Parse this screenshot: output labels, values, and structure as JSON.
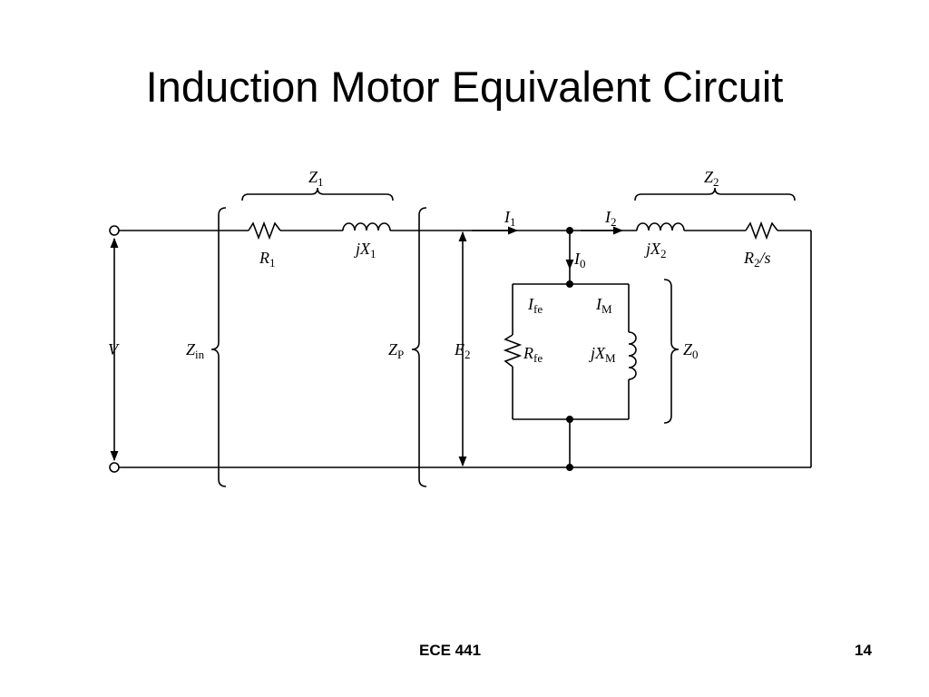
{
  "slide": {
    "title": "Induction Motor Equivalent Circuit",
    "footer_course": "ECE 441",
    "page_number": "14"
  },
  "diagram": {
    "labels": {
      "z1": {
        "main": "Z",
        "sub": "1"
      },
      "z2": {
        "main": "Z",
        "sub": "2"
      },
      "r1": {
        "main": "R",
        "sub": "1"
      },
      "jx1": {
        "main": "jX",
        "sub": "1"
      },
      "i1": {
        "main": "I",
        "sub": "1"
      },
      "i2": {
        "main": "I",
        "sub": "2"
      },
      "jx2": {
        "main": "jX",
        "sub": "2"
      },
      "r2s": {
        "main": "R",
        "sub": "2",
        "suffix": "/s"
      },
      "i0": {
        "main": "I",
        "sub": "0"
      },
      "ife": {
        "main": "I",
        "sub": "fe"
      },
      "im": {
        "main": "I",
        "sub": "M"
      },
      "v": {
        "main": "V"
      },
      "zin": {
        "main": "Z",
        "sub": "in"
      },
      "zp": {
        "main": "Z",
        "sub": "P"
      },
      "e2": {
        "main": "E",
        "sub": "2"
      },
      "rfe": {
        "main": "R",
        "sub": "fe"
      },
      "jxm": {
        "main": "jX",
        "sub": "M"
      },
      "z0": {
        "main": "Z",
        "sub": "0"
      }
    }
  }
}
